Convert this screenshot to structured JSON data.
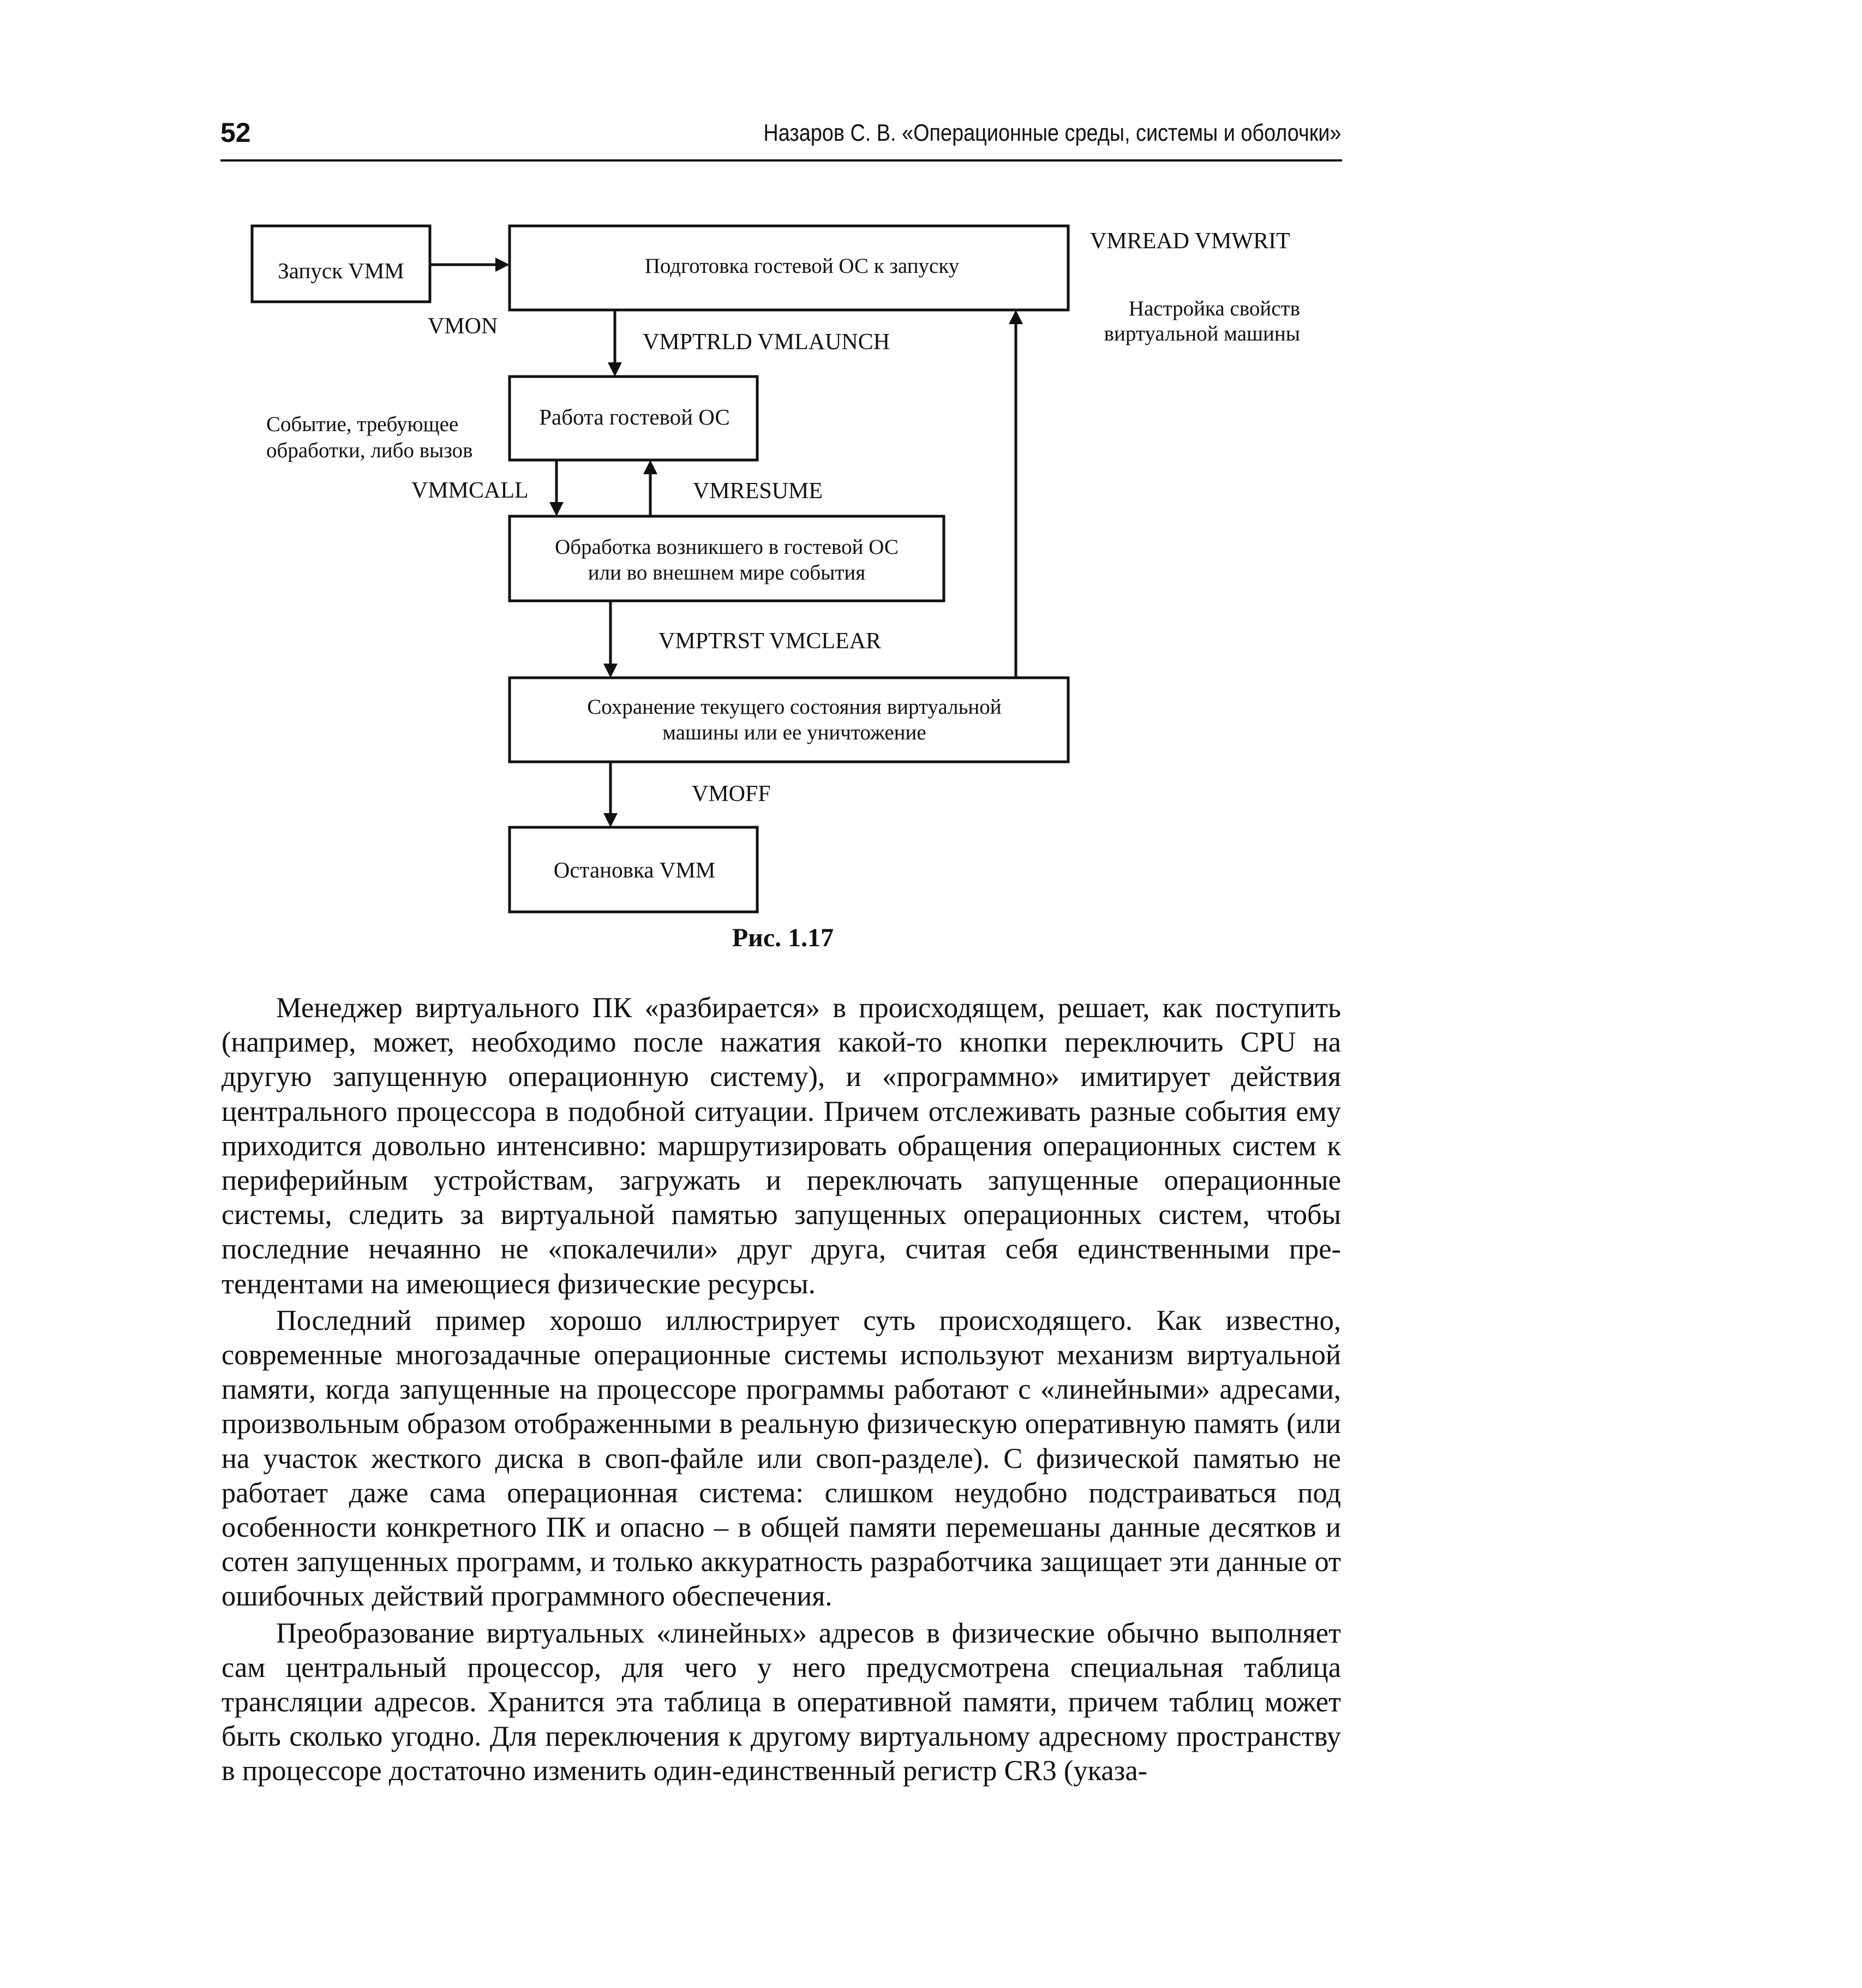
{
  "header": {
    "page_number": "52",
    "running_title": "Назаров С. В. «Операционные среды, системы и оболочки»"
  },
  "figure": {
    "boxes": {
      "vmm_start": "Запуск VMM",
      "guest_prep": "Подготовка гостевой ОС к запуску",
      "guest_work": "Работа гостевой ОС",
      "event_handling_line1": "Обработка возникшего в гостевой ОС",
      "event_handling_line2": "или во внешнем мире события",
      "save_state_line1": "Сохранение текущего состояния виртуальной",
      "save_state_line2": "машины или ее уничтожение",
      "vmm_stop": "Остановка VMM"
    },
    "labels": {
      "vmon": "VMON",
      "vmptrld": "VMPTRLD VMLAUNCH",
      "vmread": "VMREAD VMWRIT",
      "vm_config_line1": "Настройка свойств",
      "vm_config_line2": "виртуальной машины",
      "event_note_line1": "Событие, требующее",
      "event_note_line2": "обработки, либо вызов",
      "vmmcall": "VMMCALL",
      "vmresume": "VMRESUME",
      "vmptrst": "VMPTRST VMCLEAR",
      "vmoff": "VMOFF"
    },
    "caption": "Рис. 1.17"
  },
  "body": {
    "paragraphs": [
      "Менеджер виртуального ПК «разбирается» в происходящем, решает, как поступить (например, может, необходимо после нажатия какой-то кнопки переключить CPU на другую запущенную операционную систему), и «программно» имитирует действия центрального процессора в подобной ситуации. Причем отслеживать разные события ему приходится довольно интенсивно: маршрутизировать обращения операционных систем к периферийным устройствам, загружать и переключать запущенные операцион­ные системы, следить за виртуальной памятью запущенных операционных систем, что­бы последние нечаянно не «покалечили» друг друга, считая себя единственными пре­тендентами на имеющиеся физические ресурсы.",
      "Последний пример хорошо иллюстрирует суть происходящего. Как известно, современные многозадачные операционные системы используют механизм виртуаль­ной памяти, когда запущенные на процессоре программы работают с «линейными» ад­ресами, произвольным образом отображенными в реальную физическую оперативную память (или на участок жесткого диска в своп-файле или своп-разделе). С физической памятью не работает даже сама операционная система: слишком неудобно подстраи­ваться под особенности конкретного ПК и опасно – в общей памяти перемешаны дан­ные десятков и сотен запущенных программ, и только аккуратность разработчика защи­щает эти данные от ошибочных действий программного обеспечения.",
      "Преобразование виртуальных «линейных» адресов в физические обычно выполня­ет сам центральный процессор, для чего у него предусмотрена специальная таблица трансляции адресов. Хранится эта таблица в оперативной памяти, причем таблиц мо­жет быть сколько угодно. Для переключения к другому виртуальному адресному про­странству в процессоре достаточно изменить один-единственный регистр CR3 (указа-"
    ]
  }
}
